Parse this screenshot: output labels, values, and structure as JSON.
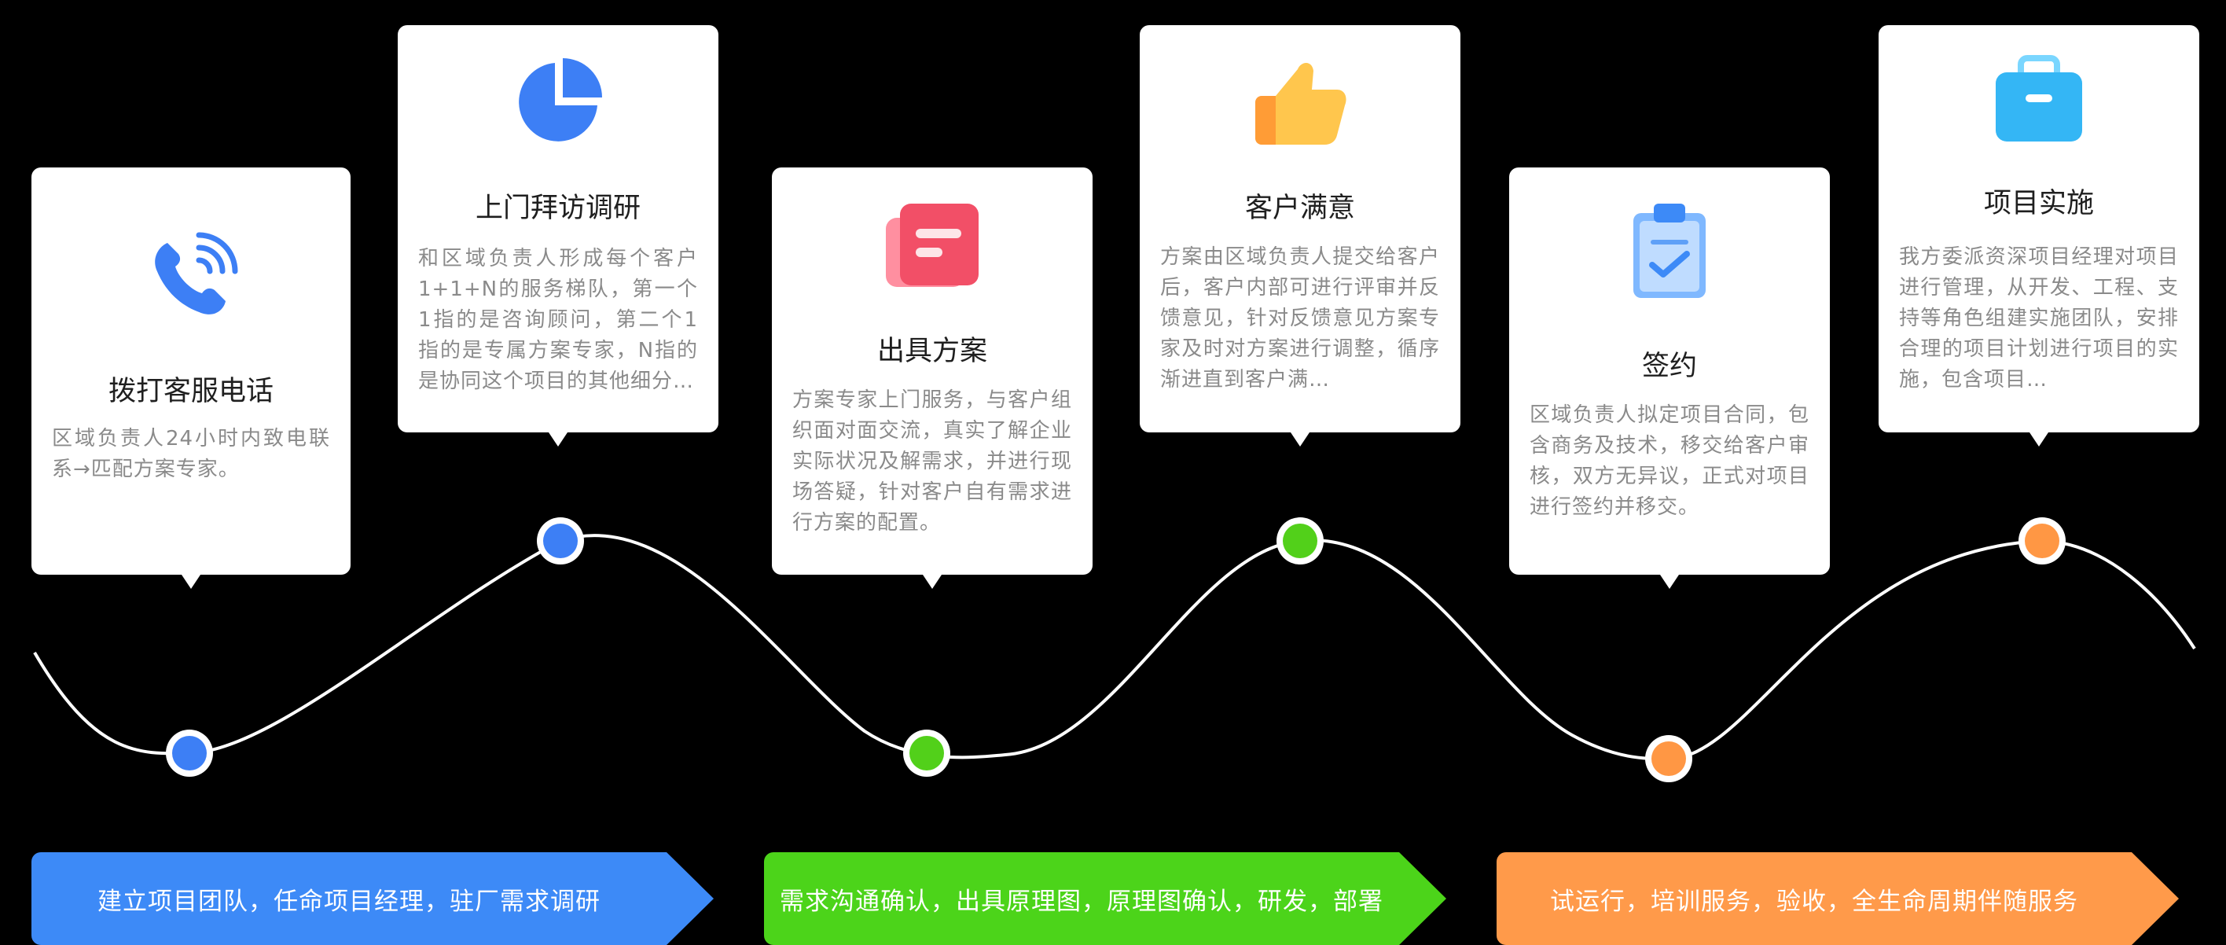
{
  "steps": [
    {
      "title": "拨打客服电话",
      "desc": "区域负责人24小时内致电联系→匹配方案专家。",
      "icon": "phone-icon",
      "dot_color": "#3d7ff5"
    },
    {
      "title": "上门拜访调研",
      "desc": "和区域负责人形成每个客户1+1+N的服务梯队，第一个1指的是咨询顾问，第二个1指的是专属方案专家，N指的是协同这个项目的其他细分…",
      "icon": "pie-chart-icon",
      "dot_color": "#3d7ff5"
    },
    {
      "title": "出具方案",
      "desc": "方案专家上门服务，与客户组织面对面交流，真实了解企业实际状况及解需求，并进行现场答疑，针对客户自有需求进行方案的配置。",
      "icon": "document-icon",
      "dot_color": "#52d01a"
    },
    {
      "title": "客户满意",
      "desc": "方案由区域负责人提交给客户后，客户内部可进行评审并反馈意见，针对反馈意见方案专家及时对方案进行调整，循序渐进直到客户满…",
      "icon": "thumbs-up-icon",
      "dot_color": "#52d01a"
    },
    {
      "title": "签约",
      "desc": "区域负责人拟定项目合同，包含商务及技术，移交给客户审核，双方无异议，正式对项目进行签约并移交。",
      "icon": "clipboard-check-icon",
      "dot_color": "#ff9744"
    },
    {
      "title": "项目实施",
      "desc": "我方委派资深项目经理对项目进行管理，从开发、工程、支持等角色组建实施团队，安排合理的项目计划进行项目的实施，包含项目…",
      "icon": "briefcase-icon",
      "dot_color": "#ff9744"
    }
  ],
  "phases": [
    {
      "label": "建立项目团队，任命项目经理，驻厂需求调研",
      "color": "#3d8af7"
    },
    {
      "label": "需求沟通确认，出具原理图，原理图确认，研发，部署",
      "color": "#4cd41a"
    },
    {
      "label": "试运行，培训服务，验收，全生命周期伴随服务",
      "color": "#ff9a4a"
    }
  ],
  "colors": {
    "background": "#000000",
    "wave": "#ffffff",
    "card": "#ffffff"
  }
}
